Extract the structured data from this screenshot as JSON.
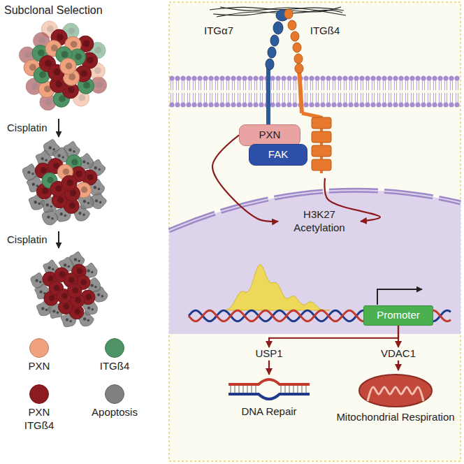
{
  "diagram": {
    "nodes": [
      {
        "text": [
          "ITGα7"
        ]
      },
      {
        "text": [
          "ITGß4"
        ]
      },
      {
        "text": [
          "PXN"
        ]
      },
      {
        "text": [
          "FAK"
        ]
      },
      {
        "text": [
          "H3K27 Acetylation"
        ]
      },
      {
        "text": [
          "Promoter"
        ]
      },
      {
        "text": [
          "USP1"
        ]
      },
      {
        "text": [
          "VDAC1"
        ]
      },
      {
        "text": [
          "DNA Repair"
        ]
      },
      {
        "text": [
          "Mitochondrial Respiration"
        ]
      }
    ],
    "edges": [
      {
        "from": 2,
        "to": 4,
        "arrow": "to"
      },
      {
        "from": 1,
        "to": 4,
        "arrow": "to"
      },
      {
        "from": 5,
        "to": 6,
        "arrow": "to"
      },
      {
        "from": 5,
        "to": 7,
        "arrow": "to"
      },
      {
        "from": 6,
        "to": 8,
        "arrow": "to"
      },
      {
        "from": 7,
        "to": 9,
        "arrow": "to"
      }
    ],
    "labels": [
      "Subclonal Selection",
      "Cisplatin",
      "Cisplatin"
    ],
    "legend": [
      {
        "text": "PXN",
        "color": "#f0a27f"
      },
      {
        "text": "ITGß4",
        "color": "#4e9363"
      },
      {
        "text": "PXN ITGß4",
        "color": "#8c1c22"
      },
      {
        "text": "Apoptosis",
        "color": "#808080"
      }
    ]
  }
}
